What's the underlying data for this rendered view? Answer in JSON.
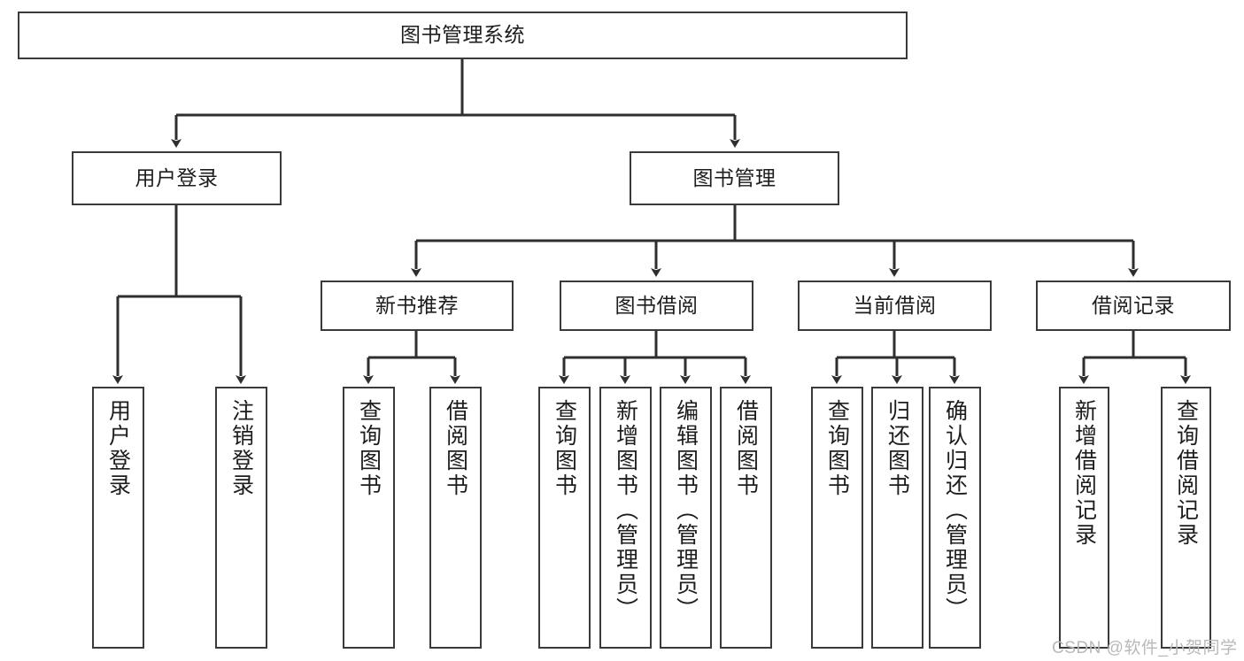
{
  "diagram": {
    "type": "hierarchy-tree",
    "title": "图书管理系统",
    "nodes": {
      "root": {
        "label": "图书管理系统",
        "level": 1
      },
      "l2": [
        {
          "label": "用户登录",
          "level": 2
        },
        {
          "label": "图书管理",
          "level": 2
        }
      ],
      "l3": [
        {
          "label": "新书推荐",
          "level": 3
        },
        {
          "label": "图书借阅",
          "level": 3
        },
        {
          "label": "当前借阅",
          "level": 3
        },
        {
          "label": "借阅记录",
          "level": 3
        }
      ],
      "leaves": [
        {
          "label": "用户登录",
          "parent": "用户登录"
        },
        {
          "label": "注销登录",
          "parent": "用户登录"
        },
        {
          "label": "查询图书",
          "parent": "新书推荐"
        },
        {
          "label": "借阅图书",
          "parent": "新书推荐"
        },
        {
          "label": "查询图书",
          "parent": "图书借阅"
        },
        {
          "label": "新增图书（管理员）",
          "parent": "图书借阅"
        },
        {
          "label": "编辑图书（管理员）",
          "parent": "图书借阅"
        },
        {
          "label": "借阅图书",
          "parent": "图书借阅"
        },
        {
          "label": "查询图书",
          "parent": "当前借阅"
        },
        {
          "label": "归还图书",
          "parent": "当前借阅"
        },
        {
          "label": "确认归还（管理员）",
          "parent": "当前借阅"
        },
        {
          "label": "新增借阅记录",
          "parent": "借阅记录"
        },
        {
          "label": "查询借阅记录",
          "parent": "借阅记录"
        }
      ]
    },
    "colors": {
      "stroke": "#3a3a3a",
      "fill": "#ffffff",
      "text": "#1d1d1d",
      "watermark": "#b9b9b9"
    }
  },
  "watermark": {
    "text": "CSDN @软件_小贺同学"
  }
}
